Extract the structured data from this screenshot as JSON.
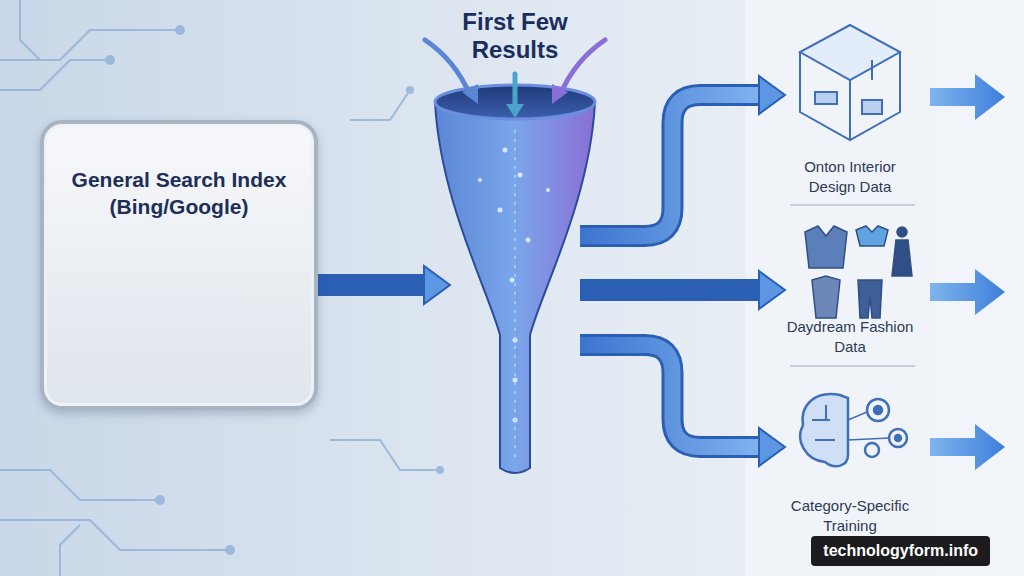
{
  "diagram": {
    "nodes": [
      {
        "text": [
          "General Search Index (Bing/Google)"
        ]
      },
      {
        "text": [
          "First Few Results"
        ]
      },
      {
        "text": [
          "Onton Interior Design Data"
        ]
      },
      {
        "text": [
          "Daydream Fashion Data"
        ]
      },
      {
        "text": [
          "Category-Specific Training"
        ]
      }
    ],
    "edges": [
      {
        "from": 0,
        "to": 1,
        "arrow": "to"
      },
      {
        "from": 1,
        "to": 2,
        "arrow": "to"
      },
      {
        "from": 1,
        "to": 3,
        "arrow": "to"
      },
      {
        "from": 1,
        "to": 4,
        "arrow": "to"
      }
    ],
    "labels": [
      "technologyform.info"
    ]
  }
}
